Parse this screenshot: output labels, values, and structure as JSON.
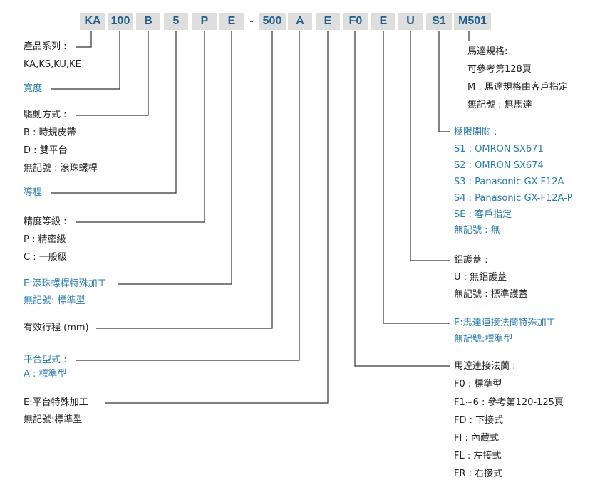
{
  "code_segments": [
    "KA",
    "100",
    "B",
    "5",
    "P",
    "E",
    "-",
    "500",
    "A",
    "E",
    "F0",
    "E",
    "U",
    "S1",
    "M501"
  ],
  "left": {
    "series": {
      "title": "產品系列 :",
      "values": "KA,KS,KU,KE"
    },
    "width": {
      "title": "寬度"
    },
    "drive": {
      "title": "驅動方式 :",
      "opt1": "B : 時規皮帶",
      "opt2": "D : 雙平台",
      "opt3": "無記號 : 滾珠螺桿"
    },
    "lead": {
      "title": "導程"
    },
    "precision": {
      "title": "精度等級 :",
      "opt1": "P : 精密級",
      "opt2": "C : 一般級"
    },
    "ballscrew": {
      "title": "E:滾珠螺桿特殊加工",
      "opt1": "無記號: 標準型"
    },
    "stroke": {
      "title": "有效行程 (mm)"
    },
    "table": {
      "title": "平台型式 :",
      "opt1": "A : 標準型"
    },
    "table_special": {
      "title": "E:平台特殊加工",
      "opt1": "無記號:標準型"
    }
  },
  "right": {
    "motor": {
      "title": "馬達規格:",
      "opt1": "可參考第128頁",
      "opt2": "M : 馬達規格由客戶指定",
      "opt3": "無記號 : 無馬達"
    },
    "limit": {
      "title": "極限開關 :",
      "opt1": "S1 :  OMRON SX671",
      "opt2": "S2 :  OMRON SX674",
      "opt3": "S3 :  Panasonic GX-F12A",
      "opt4": "S4 :  Panasonic GX-F12A-P",
      "opt5": "SE : 客戶指定",
      "opt6": "無記號 : 無"
    },
    "cover": {
      "title": "鋁護蓋 :",
      "opt1": "U : 無鋁護蓋",
      "opt2": "無記號 : 標準護蓋"
    },
    "flange_special": {
      "title": "E:馬達連接法蘭特殊加工",
      "opt1": "無記號:標準型"
    },
    "flange": {
      "title": "馬達連接法蘭 :",
      "opt1": "F0 : 標準型",
      "opt2": "F1~6 : 參考第120-125頁",
      "opt3": "FD : 下接式",
      "opt4": "FI : 內藏式",
      "opt5": "FL : 左接式",
      "opt6": "FR : 右接式"
    }
  },
  "colors": {
    "accent": "#2c7cac",
    "code_text": "#1f5f87",
    "code_bg": "#dedede",
    "line": "#333333"
  }
}
